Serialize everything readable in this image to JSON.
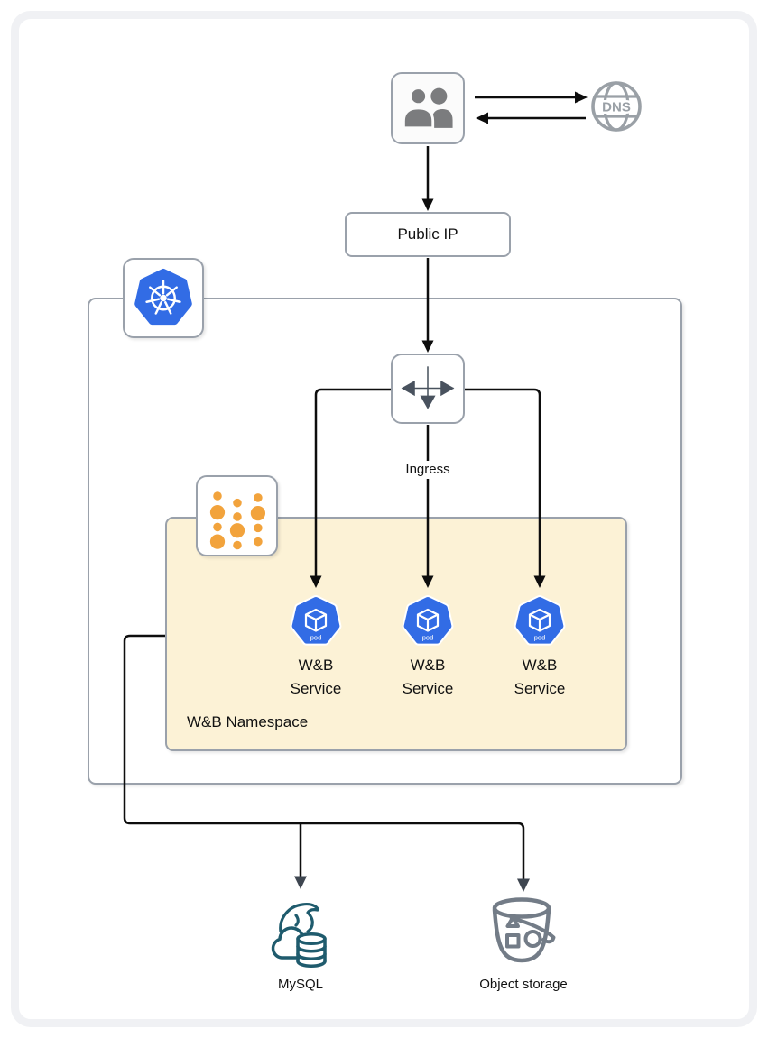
{
  "colors": {
    "kubernetes_blue": "#326CE5",
    "namespace_fill": "#FCF2D6",
    "dots_orange": "#F2A33C",
    "mysql_teal": "#1F5B6D",
    "storage_gray": "#737C87",
    "box_border_gray": "#9AA1AB",
    "connector_black": "#0D0D0D",
    "slate_arrow": "#3E4650"
  },
  "nodes": {
    "users": {
      "icon": "users-icon"
    },
    "dns": {
      "icon": "dns-globe-icon",
      "label": "DNS"
    },
    "public_ip": {
      "label": "Public IP"
    },
    "kubernetes_cluster": {
      "icon": "kubernetes-logo-icon"
    },
    "ingress": {
      "icon": "ingress-icon",
      "label": "Ingress"
    },
    "wb_namespace": {
      "icon": "namespace-dots-icon",
      "label": "W&B Namespace"
    },
    "pods": [
      {
        "icon": "pod-icon",
        "badge": "pod",
        "label": "W&B Service"
      },
      {
        "icon": "pod-icon",
        "badge": "pod",
        "label": "W&B Service"
      },
      {
        "icon": "pod-icon",
        "badge": "pod",
        "label": "W&B Service"
      }
    ],
    "mysql": {
      "icon": "mysql-icon",
      "label": "MySQL"
    },
    "object_storage": {
      "icon": "bucket-icon",
      "label": "Object storage"
    }
  },
  "edges": [
    {
      "from": "users",
      "to": "dns",
      "style": "arrow-right"
    },
    {
      "from": "dns",
      "to": "users",
      "style": "arrow-left"
    },
    {
      "from": "users",
      "to": "public_ip",
      "style": "arrow-down"
    },
    {
      "from": "public_ip",
      "to": "ingress",
      "style": "arrow-down"
    },
    {
      "from": "ingress",
      "to": "pod-1",
      "style": "arrow-down"
    },
    {
      "from": "ingress",
      "to": "pod-2",
      "style": "arrow-down"
    },
    {
      "from": "ingress",
      "to": "pod-3",
      "style": "arrow-down"
    },
    {
      "from": "wb_namespace",
      "to": "mysql",
      "style": "arrow-down"
    },
    {
      "from": "wb_namespace",
      "to": "object_storage",
      "style": "arrow-down"
    }
  ]
}
